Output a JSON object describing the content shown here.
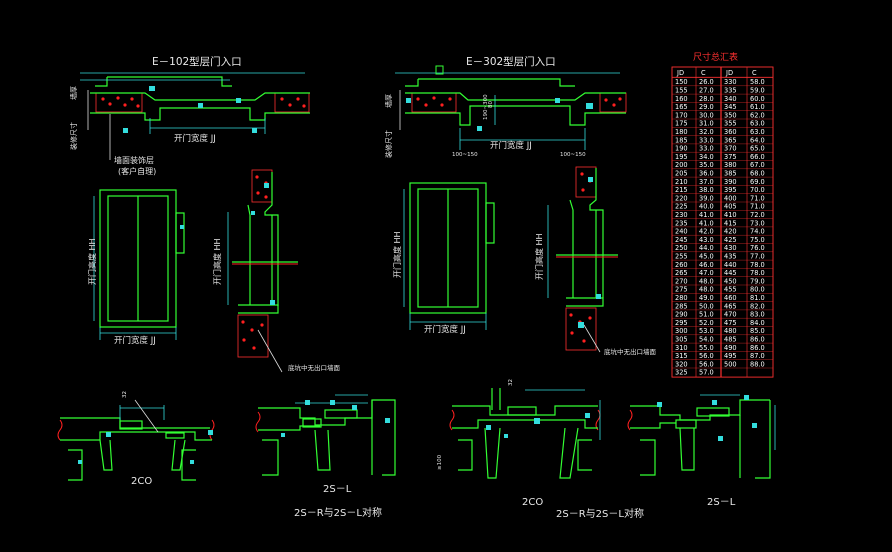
{
  "titles": {
    "e102": "E－102型层门入口",
    "e302": "E－302型层门入口"
  },
  "labels": {
    "door_width": "开门宽度 JJ",
    "door_height": "开门高度 HH",
    "finish_line1": "墙面装饰层",
    "finish_line2": "(客户自理)",
    "wall_thickness": "墙厚",
    "finish_dim": "装修尺寸",
    "range_left": "100~150",
    "range_right": "100~150",
    "section_note_left": "底坑中无出口墙面",
    "section_note_right": "底坑中无出口墙面",
    "dim_32_a": "32",
    "dim_32_b": "32",
    "dim_80": "80",
    "dim_100": "≥100",
    "dim_190": "190~300"
  },
  "sections": {
    "s1": "2CO",
    "s2": "2S－L",
    "s3": "2CO",
    "s4": "2S－L",
    "sym1": "2S－R与2S－L对称",
    "sym2": "2S－R与2S－L对称"
  },
  "table": {
    "title": "尺寸总汇表",
    "headers": [
      "JD",
      "C",
      "JD",
      "C"
    ],
    "left": [
      [
        "150",
        "26.0"
      ],
      [
        "155",
        "27.0"
      ],
      [
        "160",
        "28.0"
      ],
      [
        "165",
        "29.0"
      ],
      [
        "170",
        "30.0"
      ],
      [
        "175",
        "31.0"
      ],
      [
        "180",
        "32.0"
      ],
      [
        "185",
        "33.0"
      ],
      [
        "190",
        "33.0"
      ],
      [
        "195",
        "34.0"
      ],
      [
        "200",
        "35.0"
      ],
      [
        "205",
        "36.0"
      ],
      [
        "210",
        "37.0"
      ],
      [
        "215",
        "38.0"
      ],
      [
        "220",
        "39.0"
      ],
      [
        "225",
        "40.0"
      ],
      [
        "230",
        "41.0"
      ],
      [
        "235",
        "41.0"
      ],
      [
        "240",
        "42.0"
      ],
      [
        "245",
        "43.0"
      ],
      [
        "250",
        "44.0"
      ],
      [
        "255",
        "45.0"
      ],
      [
        "260",
        "46.0"
      ],
      [
        "265",
        "47.0"
      ],
      [
        "270",
        "48.0"
      ],
      [
        "275",
        "48.0"
      ],
      [
        "280",
        "49.0"
      ],
      [
        "285",
        "50.0"
      ],
      [
        "290",
        "51.0"
      ],
      [
        "295",
        "52.0"
      ],
      [
        "300",
        "53.0"
      ],
      [
        "305",
        "54.0"
      ],
      [
        "310",
        "55.0"
      ],
      [
        "315",
        "56.0"
      ],
      [
        "320",
        "56.0"
      ],
      [
        "325",
        "57.0"
      ]
    ],
    "right": [
      [
        "330",
        "58.0"
      ],
      [
        "335",
        "59.0"
      ],
      [
        "340",
        "60.0"
      ],
      [
        "345",
        "61.0"
      ],
      [
        "350",
        "62.0"
      ],
      [
        "355",
        "63.0"
      ],
      [
        "360",
        "63.0"
      ],
      [
        "365",
        "64.0"
      ],
      [
        "370",
        "65.0"
      ],
      [
        "375",
        "66.0"
      ],
      [
        "380",
        "67.0"
      ],
      [
        "385",
        "68.0"
      ],
      [
        "390",
        "69.0"
      ],
      [
        "395",
        "70.0"
      ],
      [
        "400",
        "71.0"
      ],
      [
        "405",
        "71.0"
      ],
      [
        "410",
        "72.0"
      ],
      [
        "415",
        "73.0"
      ],
      [
        "420",
        "74.0"
      ],
      [
        "425",
        "75.0"
      ],
      [
        "430",
        "76.0"
      ],
      [
        "435",
        "77.0"
      ],
      [
        "440",
        "78.0"
      ],
      [
        "445",
        "78.0"
      ],
      [
        "450",
        "79.0"
      ],
      [
        "455",
        "80.0"
      ],
      [
        "460",
        "81.0"
      ],
      [
        "465",
        "82.0"
      ],
      [
        "470",
        "83.0"
      ],
      [
        "475",
        "84.0"
      ],
      [
        "480",
        "85.0"
      ],
      [
        "485",
        "86.0"
      ],
      [
        "490",
        "86.0"
      ],
      [
        "495",
        "87.0"
      ],
      [
        "500",
        "88.0"
      ]
    ]
  },
  "colors": {
    "background": "#000000",
    "line_green": "#33ff33",
    "dim_cyan": "#33dddd",
    "table_red": "#ff3030",
    "text_white": "#e8e8e8"
  }
}
